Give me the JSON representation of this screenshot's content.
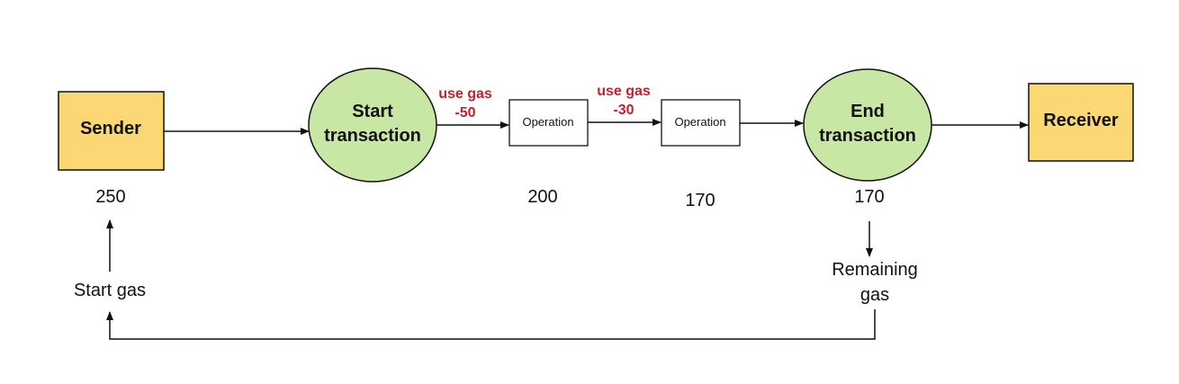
{
  "colors": {
    "box_fill": "#fcd874",
    "circle_fill": "#c8e6a4",
    "stroke": "#111111",
    "gas_text": "#c0222e"
  },
  "nodes": {
    "sender": "Sender",
    "start_tx": {
      "line1": "Start",
      "line2": "transaction"
    },
    "operation1": "Operation",
    "operation2": "Operation",
    "end_tx": {
      "line1": "End",
      "line2": "transaction"
    },
    "receiver": "Receiver"
  },
  "gas_costs": [
    {
      "line1": "use gas",
      "line2": "-50"
    },
    {
      "line1": "use gas",
      "line2": "-30"
    }
  ],
  "values": {
    "sender": "250",
    "operation1": "200",
    "operation2": "170",
    "end_tx": "170"
  },
  "labels": {
    "start_gas": "Start gas",
    "remaining_gas": {
      "line1": "Remaining",
      "line2": "gas"
    }
  }
}
